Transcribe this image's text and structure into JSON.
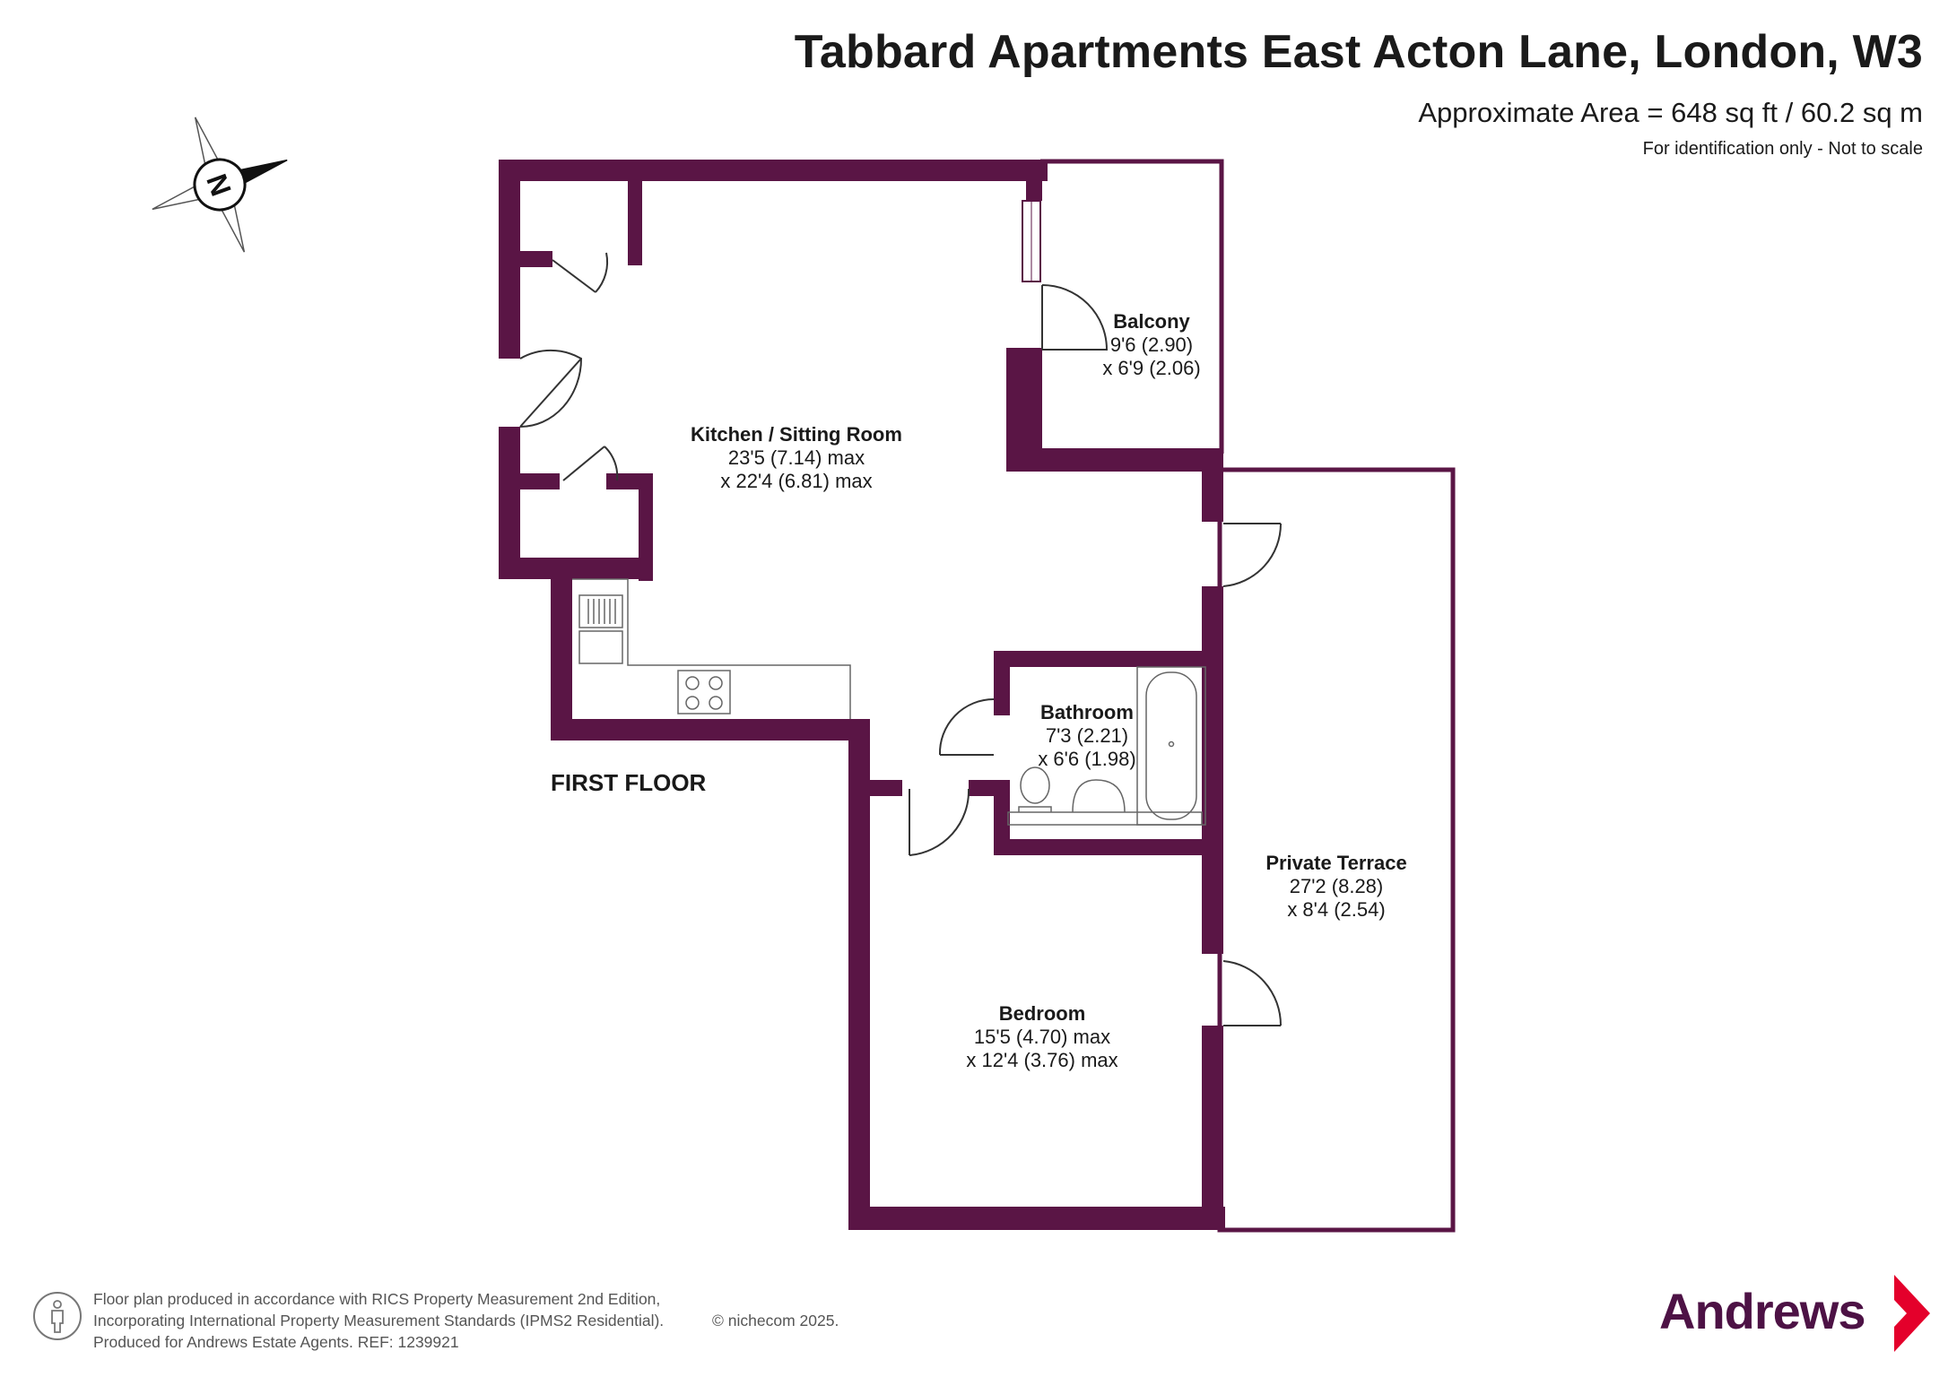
{
  "header": {
    "title": "Tabbard Apartments East Acton Lane, London, W3",
    "approx_area": "Approximate Area = 648 sq ft / 60.2 sq m",
    "scale_note": "For identification only - Not to scale"
  },
  "compass": {
    "letter": "N"
  },
  "floor_label": "FIRST FLOOR",
  "rooms": {
    "kitchen": {
      "name": "Kitchen / Sitting Room",
      "dim1": "23'5 (7.14) max",
      "dim2": "x 22'4 (6.81) max"
    },
    "balcony": {
      "name": "Balcony",
      "dim1": "9'6 (2.90)",
      "dim2": "x 6'9 (2.06)"
    },
    "bathroom": {
      "name": "Bathroom",
      "dim1": "7'3 (2.21)",
      "dim2": "x 6'6 (1.98)"
    },
    "terrace": {
      "name": "Private Terrace",
      "dim1": "27'2 (8.28)",
      "dim2": "x 8'4 (2.54)"
    },
    "bedroom": {
      "name": "Bedroom",
      "dim1": "15'5 (4.70) max",
      "dim2": "x 12'4 (3.76) max"
    }
  },
  "footer": {
    "line1": "Floor plan produced in accordance with RICS Property Measurement 2nd Edition,",
    "line2": "Incorporating International Property Measurement Standards (IPMS2 Residential).",
    "line3": "Produced for Andrews Estate Agents.   REF: 1239921",
    "copyright": "© nichecom 2025."
  },
  "brand": {
    "name": "Andrews"
  },
  "colors": {
    "wall": "#5a1545",
    "brand": "#4d1245",
    "accent": "#e4002b"
  },
  "icons": [
    "compass-icon",
    "person-icon",
    "chevron-icon"
  ]
}
